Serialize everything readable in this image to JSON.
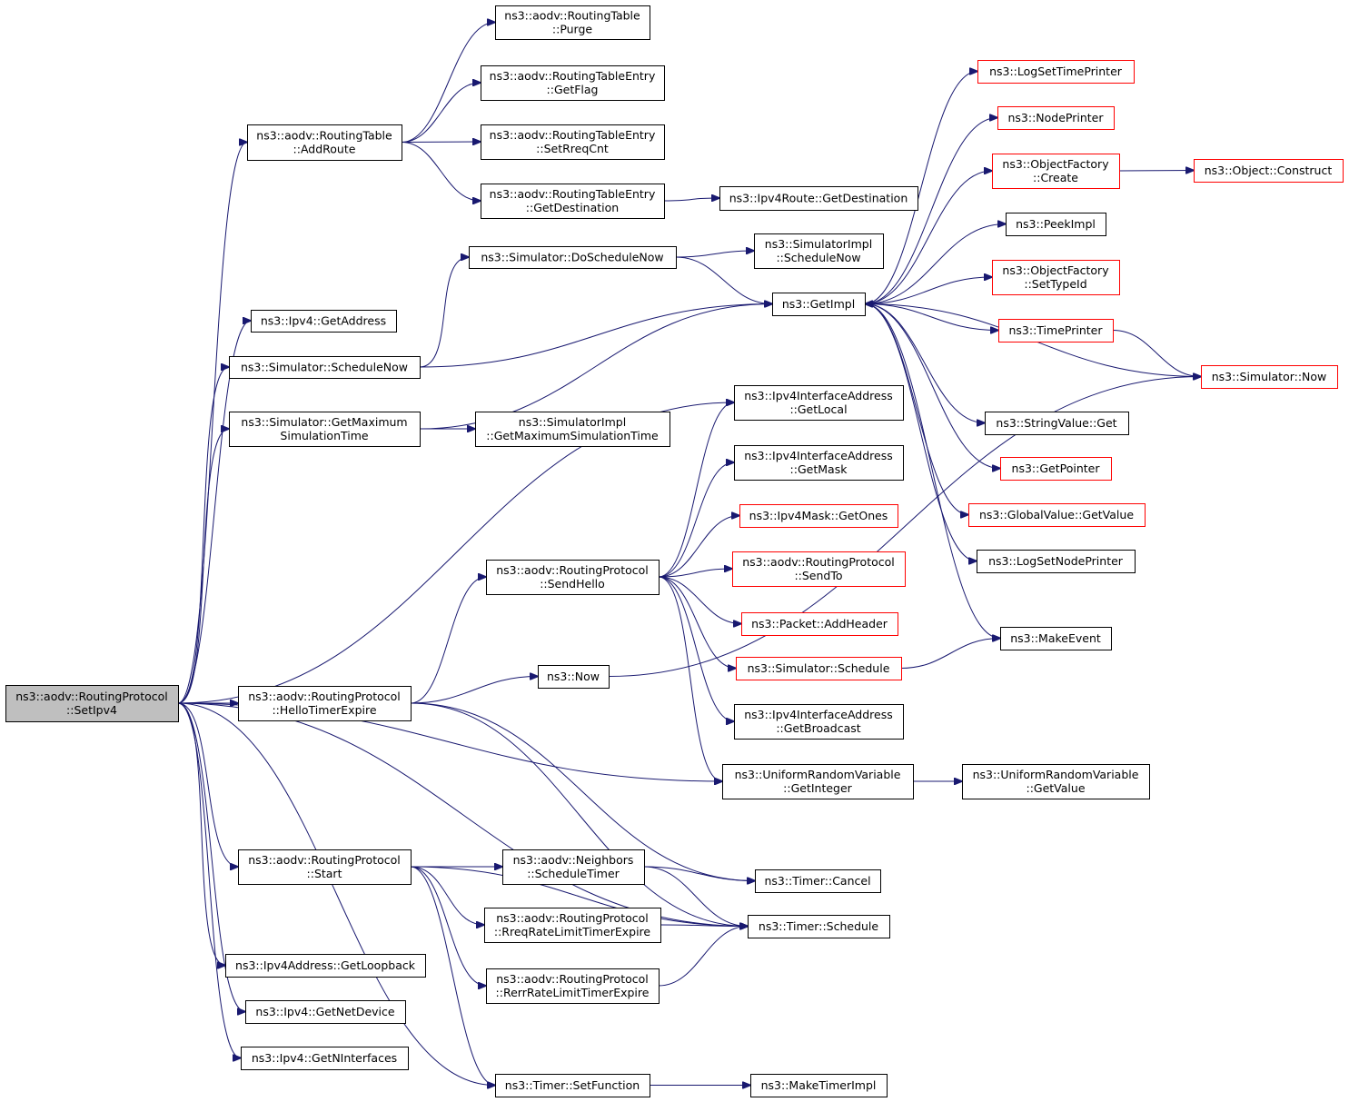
{
  "nodes": [
    {
      "id": "setipv4",
      "lines": [
        "ns3::aodv::RoutingProtocol",
        "::SetIpv4"
      ],
      "style": "root"
    },
    {
      "id": "addroute",
      "lines": [
        "ns3::aodv::RoutingTable",
        "::AddRoute"
      ],
      "style": "normal"
    },
    {
      "id": "purge",
      "lines": [
        "ns3::aodv::RoutingTable",
        "::Purge"
      ],
      "style": "normal"
    },
    {
      "id": "getflag",
      "lines": [
        "ns3::aodv::RoutingTableEntry",
        "::GetFlag"
      ],
      "style": "normal"
    },
    {
      "id": "setreqcnt",
      "lines": [
        "ns3::aodv::RoutingTableEntry",
        "::SetRreqCnt"
      ],
      "style": "normal"
    },
    {
      "id": "getdest",
      "lines": [
        "ns3::aodv::RoutingTableEntry",
        "::GetDestination"
      ],
      "style": "normal"
    },
    {
      "id": "ipv4routegetdest",
      "lines": [
        "ns3::Ipv4Route::GetDestination"
      ],
      "style": "normal"
    },
    {
      "id": "doschedulenow",
      "lines": [
        "ns3::Simulator::DoScheduleNow"
      ],
      "style": "normal"
    },
    {
      "id": "implschedulenow",
      "lines": [
        "ns3::SimulatorImpl",
        "::ScheduleNow"
      ],
      "style": "normal"
    },
    {
      "id": "getimpl",
      "lines": [
        "ns3::GetImpl"
      ],
      "style": "normal"
    },
    {
      "id": "ipv4getaddress",
      "lines": [
        "ns3::Ipv4::GetAddress"
      ],
      "style": "normal"
    },
    {
      "id": "simschedulenow",
      "lines": [
        "ns3::Simulator::ScheduleNow"
      ],
      "style": "normal"
    },
    {
      "id": "getmaxsimtime",
      "lines": [
        "ns3::Simulator::GetMaximum",
        "SimulationTime"
      ],
      "style": "normal"
    },
    {
      "id": "implgetmaxsimtime",
      "lines": [
        "ns3::SimulatorImpl",
        "::GetMaximumSimulationTime"
      ],
      "style": "normal"
    },
    {
      "id": "logsettimeprinter",
      "lines": [
        "ns3::LogSetTimePrinter"
      ],
      "style": "red"
    },
    {
      "id": "nodeprinter",
      "lines": [
        "ns3::NodePrinter"
      ],
      "style": "red"
    },
    {
      "id": "objfactorycreate",
      "lines": [
        "ns3::ObjectFactory",
        "::Create"
      ],
      "style": "red"
    },
    {
      "id": "objectconstruct",
      "lines": [
        "ns3::Object::Construct"
      ],
      "style": "red"
    },
    {
      "id": "peekimpl",
      "lines": [
        "ns3::PeekImpl"
      ],
      "style": "normal"
    },
    {
      "id": "objfactorysettypeid",
      "lines": [
        "ns3::ObjectFactory",
        "::SetTypeId"
      ],
      "style": "red"
    },
    {
      "id": "timeprinter",
      "lines": [
        "ns3::TimePrinter"
      ],
      "style": "red"
    },
    {
      "id": "simnow",
      "lines": [
        "ns3::Simulator::Now"
      ],
      "style": "red"
    },
    {
      "id": "stringvalueget",
      "lines": [
        "ns3::StringValue::Get"
      ],
      "style": "normal"
    },
    {
      "id": "getpointer",
      "lines": [
        "ns3::GetPointer"
      ],
      "style": "red"
    },
    {
      "id": "globalvaluegetvalue",
      "lines": [
        "ns3::GlobalValue::GetValue"
      ],
      "style": "red"
    },
    {
      "id": "logsetnodeprinter",
      "lines": [
        "ns3::LogSetNodePrinter"
      ],
      "style": "normal"
    },
    {
      "id": "makeevent",
      "lines": [
        "ns3::MakeEvent"
      ],
      "style": "normal"
    },
    {
      "id": "getlocal",
      "lines": [
        "ns3::Ipv4InterfaceAddress",
        "::GetLocal"
      ],
      "style": "normal"
    },
    {
      "id": "getmask",
      "lines": [
        "ns3::Ipv4InterfaceAddress",
        "::GetMask"
      ],
      "style": "normal"
    },
    {
      "id": "getones",
      "lines": [
        "ns3::Ipv4Mask::GetOnes"
      ],
      "style": "red"
    },
    {
      "id": "sendto",
      "lines": [
        "ns3::aodv::RoutingProtocol",
        "::SendTo"
      ],
      "style": "red"
    },
    {
      "id": "sendhello",
      "lines": [
        "ns3::aodv::RoutingProtocol",
        "::SendHello"
      ],
      "style": "normal"
    },
    {
      "id": "addheader",
      "lines": [
        "ns3::Packet::AddHeader"
      ],
      "style": "red"
    },
    {
      "id": "simschedule",
      "lines": [
        "ns3::Simulator::Schedule"
      ],
      "style": "red"
    },
    {
      "id": "hellotimerexpire",
      "lines": [
        "ns3::aodv::RoutingProtocol",
        "::HelloTimerExpire"
      ],
      "style": "normal"
    },
    {
      "id": "ns3now",
      "lines": [
        "ns3::Now"
      ],
      "style": "normal"
    },
    {
      "id": "getbroadcast",
      "lines": [
        "ns3::Ipv4InterfaceAddress",
        "::GetBroadcast"
      ],
      "style": "normal"
    },
    {
      "id": "urvgetinteger",
      "lines": [
        "ns3::UniformRandomVariable",
        "::GetInteger"
      ],
      "style": "normal"
    },
    {
      "id": "urvgetvalue",
      "lines": [
        "ns3::UniformRandomVariable",
        "::GetValue"
      ],
      "style": "normal"
    },
    {
      "id": "start",
      "lines": [
        "ns3::aodv::RoutingProtocol",
        "::Start"
      ],
      "style": "normal"
    },
    {
      "id": "neighborsscheduletimer",
      "lines": [
        "ns3::aodv::Neighbors",
        "::ScheduleTimer"
      ],
      "style": "normal"
    },
    {
      "id": "timercancel",
      "lines": [
        "ns3::Timer::Cancel"
      ],
      "style": "normal"
    },
    {
      "id": "rreqratelimit",
      "lines": [
        "ns3::aodv::RoutingProtocol",
        "::RreqRateLimitTimerExpire"
      ],
      "style": "normal"
    },
    {
      "id": "timerschedule",
      "lines": [
        "ns3::Timer::Schedule"
      ],
      "style": "normal"
    },
    {
      "id": "rerrratelimit",
      "lines": [
        "ns3::aodv::RoutingProtocol",
        "::RerrRateLimitTimerExpire"
      ],
      "style": "normal"
    },
    {
      "id": "getloopback",
      "lines": [
        "ns3::Ipv4Address::GetLoopback"
      ],
      "style": "normal"
    },
    {
      "id": "getnetdevice",
      "lines": [
        "ns3::Ipv4::GetNetDevice"
      ],
      "style": "normal"
    },
    {
      "id": "getninterfaces",
      "lines": [
        "ns3::Ipv4::GetNInterfaces"
      ],
      "style": "normal"
    },
    {
      "id": "timersetfunction",
      "lines": [
        "ns3::Timer::SetFunction"
      ],
      "style": "normal"
    },
    {
      "id": "maketimerimpl",
      "lines": [
        "ns3::MakeTimerImpl"
      ],
      "style": "normal"
    }
  ],
  "edges": [
    [
      "setipv4",
      "addroute"
    ],
    [
      "setipv4",
      "ipv4getaddress"
    ],
    [
      "setipv4",
      "simschedulenow"
    ],
    [
      "setipv4",
      "getmaxsimtime"
    ],
    [
      "setipv4",
      "getlocal"
    ],
    [
      "setipv4",
      "hellotimerexpire"
    ],
    [
      "setipv4",
      "urvgetinteger"
    ],
    [
      "setipv4",
      "start"
    ],
    [
      "setipv4",
      "getloopback"
    ],
    [
      "setipv4",
      "getnetdevice"
    ],
    [
      "setipv4",
      "getninterfaces"
    ],
    [
      "setipv4",
      "timerschedule"
    ],
    [
      "setipv4",
      "timersetfunction"
    ],
    [
      "addroute",
      "purge"
    ],
    [
      "addroute",
      "getflag"
    ],
    [
      "addroute",
      "setreqcnt"
    ],
    [
      "addroute",
      "getdest"
    ],
    [
      "getdest",
      "ipv4routegetdest"
    ],
    [
      "simschedulenow",
      "doschedulenow"
    ],
    [
      "simschedulenow",
      "getimpl"
    ],
    [
      "doschedulenow",
      "implschedulenow"
    ],
    [
      "doschedulenow",
      "getimpl"
    ],
    [
      "getmaxsimtime",
      "implgetmaxsimtime"
    ],
    [
      "getmaxsimtime",
      "getimpl"
    ],
    [
      "getimpl",
      "logsettimeprinter"
    ],
    [
      "getimpl",
      "nodeprinter"
    ],
    [
      "getimpl",
      "objfactorycreate"
    ],
    [
      "getimpl",
      "peekimpl"
    ],
    [
      "getimpl",
      "objfactorysettypeid"
    ],
    [
      "getimpl",
      "timeprinter"
    ],
    [
      "getimpl",
      "stringvalueget"
    ],
    [
      "getimpl",
      "getpointer"
    ],
    [
      "getimpl",
      "globalvaluegetvalue"
    ],
    [
      "getimpl",
      "logsetnodeprinter"
    ],
    [
      "getimpl",
      "makeevent"
    ],
    [
      "objfactorycreate",
      "objectconstruct"
    ],
    [
      "timeprinter",
      "simnow"
    ],
    [
      "simnow",
      "getimpl"
    ],
    [
      "hellotimerexpire",
      "sendhello"
    ],
    [
      "hellotimerexpire",
      "ns3now"
    ],
    [
      "hellotimerexpire",
      "timercancel"
    ],
    [
      "hellotimerexpire",
      "timerschedule"
    ],
    [
      "sendhello",
      "getlocal"
    ],
    [
      "sendhello",
      "getmask"
    ],
    [
      "sendhello",
      "getones"
    ],
    [
      "sendhello",
      "sendto"
    ],
    [
      "sendhello",
      "addheader"
    ],
    [
      "sendhello",
      "simschedule"
    ],
    [
      "sendhello",
      "getbroadcast"
    ],
    [
      "sendhello",
      "urvgetinteger"
    ],
    [
      "simschedule",
      "makeevent"
    ],
    [
      "ns3now",
      "simnow"
    ],
    [
      "urvgetinteger",
      "urvgetvalue"
    ],
    [
      "start",
      "neighborsscheduletimer"
    ],
    [
      "start",
      "rreqratelimit"
    ],
    [
      "start",
      "rerrratelimit"
    ],
    [
      "start",
      "timersetfunction"
    ],
    [
      "start",
      "timerschedule"
    ],
    [
      "neighborsscheduletimer",
      "timercancel"
    ],
    [
      "neighborsscheduletimer",
      "timerschedule"
    ],
    [
      "rreqratelimit",
      "timerschedule"
    ],
    [
      "rerrratelimit",
      "timerschedule"
    ],
    [
      "timersetfunction",
      "maketimerimpl"
    ]
  ]
}
